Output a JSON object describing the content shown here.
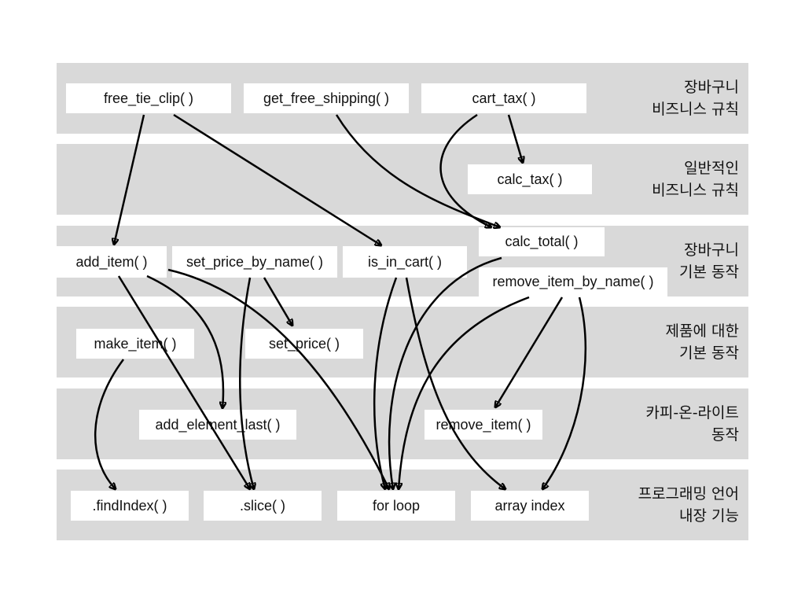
{
  "layers": [
    {
      "id": "cart-rules",
      "lines": [
        "장바구니",
        "비즈니스 규칙"
      ]
    },
    {
      "id": "general-rules",
      "lines": [
        "일반적인",
        "비즈니스 규칙"
      ]
    },
    {
      "id": "cart-ops",
      "lines": [
        "장바구니",
        "기본 동작"
      ]
    },
    {
      "id": "item-ops",
      "lines": [
        "제품에 대한",
        "기본 동작"
      ]
    },
    {
      "id": "copy-on-write",
      "lines": [
        "카피-온-라이트",
        "동작"
      ]
    },
    {
      "id": "language",
      "lines": [
        "프로그래밍 언어",
        "내장 기능"
      ]
    }
  ],
  "nodes": {
    "free_tie_clip": "free_tie_clip( )",
    "get_free_shipping": "get_free_shipping( )",
    "cart_tax": "cart_tax( )",
    "calc_tax": "calc_tax( )",
    "calc_total": "calc_total( )",
    "add_item": "add_item( )",
    "set_price_by_name": "set_price_by_name( )",
    "is_in_cart": "is_in_cart( )",
    "remove_item_by_name": "remove_item_by_name( )",
    "make_item": "make_item( )",
    "set_price": "set_price( )",
    "add_element_last": "add_element_last( )",
    "remove_item": "remove_item( )",
    "findIndex": ".findIndex( )",
    "slice": ".slice( )",
    "for_loop": "for loop",
    "array_index": "array index"
  },
  "edges": [
    [
      "free_tie_clip",
      "add_item"
    ],
    [
      "free_tie_clip",
      "is_in_cart"
    ],
    [
      "get_free_shipping",
      "calc_total"
    ],
    [
      "cart_tax",
      "calc_tax"
    ],
    [
      "cart_tax",
      "calc_total"
    ],
    [
      "add_item",
      "add_element_last"
    ],
    [
      "add_item",
      "slice"
    ],
    [
      "add_item",
      "for_loop"
    ],
    [
      "set_price_by_name",
      "set_price"
    ],
    [
      "set_price_by_name",
      "slice"
    ],
    [
      "is_in_cart",
      "for_loop"
    ],
    [
      "is_in_cart",
      "array_index"
    ],
    [
      "calc_total",
      "for_loop"
    ],
    [
      "remove_item_by_name",
      "for_loop"
    ],
    [
      "remove_item_by_name",
      "remove_item"
    ],
    [
      "remove_item_by_name",
      "array_index"
    ],
    [
      "make_item",
      "findIndex"
    ]
  ]
}
